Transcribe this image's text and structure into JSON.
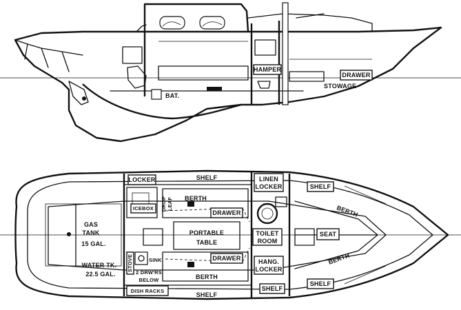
{
  "profile_labels": {
    "hamper": "HAMPER",
    "drawer": "DRAWER",
    "stowage": "STOWAGE",
    "bat": "BAT."
  },
  "plan_labels": {
    "locker": "LOCKER",
    "shelf_top": "SHELF",
    "linen_locker_1": "LINEN",
    "linen_locker_2": "LOCKER",
    "shelf_bow_top": "SHELF",
    "icebox": "ICEBOX",
    "drop_leaf_1": "DROP",
    "drop_leaf_2": "LEAF",
    "berth_port": "BERTH",
    "drawer_port": "DRAWER",
    "vberth_port": "BERTH",
    "gas_tank_1": "GAS",
    "gas_tank_2": "TANK",
    "gas_tank_3": "15 GAL.",
    "portable_table_1": "PORTABLE",
    "portable_table_2": "TABLE",
    "toilet_room_1": "TOILET",
    "toilet_room_2": "ROOM",
    "seat": "SEAT",
    "water_tank_1": "WATER TK.",
    "water_tank_2": "22.5 GAL.",
    "sink": "SINK",
    "stove": "STOVE",
    "drawers_below_1": "2 DRW'RS",
    "drawers_below_2": "BELOW",
    "drawer_stbd": "DRAWER",
    "hang_locker_1": "HANG.",
    "hang_locker_2": "LOCKER",
    "berth_stbd": "BERTH",
    "vberth_stbd": "BERTH",
    "dish_racks": "DISH RACKS",
    "shelf_bottom": "SHELF",
    "shelf_small": "SHELF",
    "shelf_bow_bottom": "SHELF"
  }
}
